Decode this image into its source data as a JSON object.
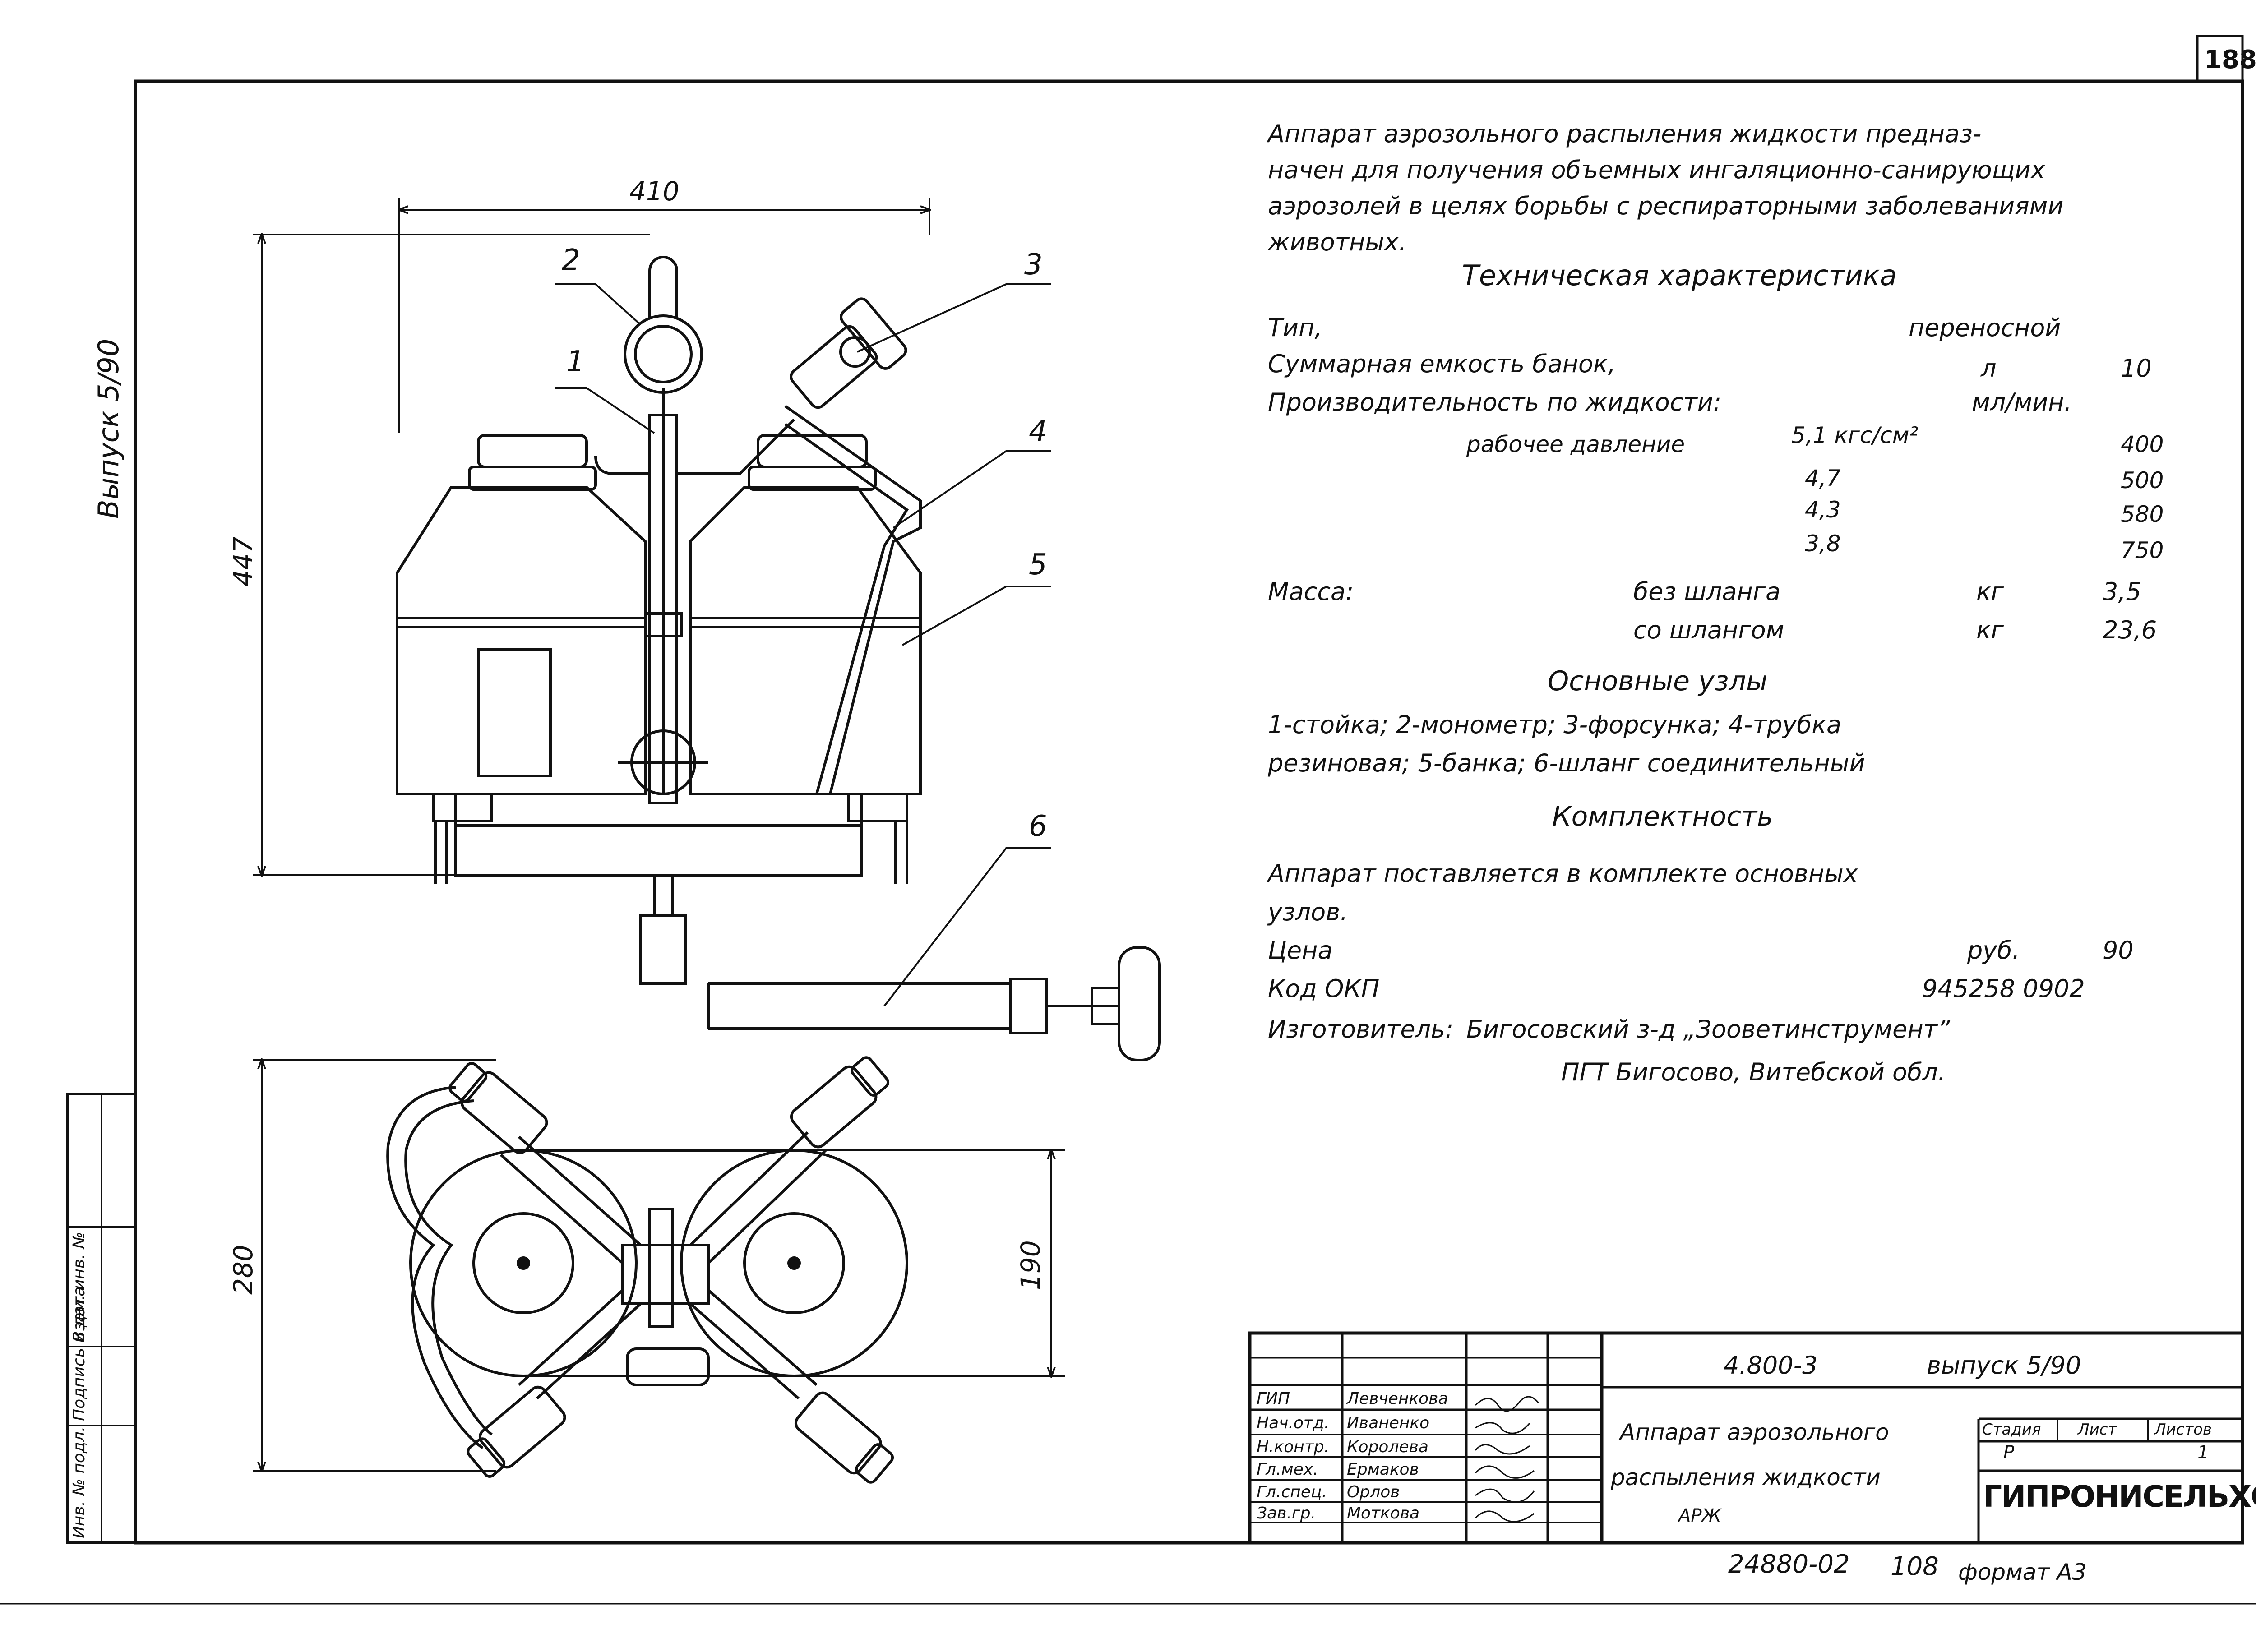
{
  "sheet": {
    "page_number": "188",
    "side_label": "Выпуск 5/90",
    "side_stamps": [
      "Инв. № подл.",
      "Подпись и дата",
      "Взам. инв. №"
    ]
  },
  "dimensions": {
    "width_top": "410",
    "height_side": "447",
    "plan_width": "280",
    "plan_depth": "190"
  },
  "callouts": [
    "1",
    "2",
    "3",
    "4",
    "5",
    "6"
  ],
  "description": {
    "intro": [
      "Аппарат аэрозольного распыления жидкости предназ-",
      "начен для получения объемных ингаляционно-санирующих",
      "аэрозолей в целях борьбы с респираторными заболеваниями",
      "животных."
    ],
    "tech_heading": "Техническая характеристика",
    "type_label": "Тип,",
    "type_value": "переносной",
    "capacity_label": "Суммарная емкость банок,",
    "capacity_unit": "л",
    "capacity_value": "10",
    "productivity_label": "Производительность по жидкости:",
    "productivity_unit": "мл/мин.",
    "pressure_label": "рабочее давление",
    "pressure_rows": [
      {
        "pressure": "5,1 кгс/см²",
        "value": "400"
      },
      {
        "pressure": "4,7",
        "value": "500"
      },
      {
        "pressure": "4,3",
        "value": "580"
      },
      {
        "pressure": "3,8",
        "value": "750"
      }
    ],
    "mass_label": "Масса:",
    "mass_rows": [
      {
        "label": "без шланга",
        "unit": "кг",
        "value": "3,5"
      },
      {
        "label": "со шлангом",
        "unit": "кг",
        "value": "23,6"
      }
    ],
    "units_heading": "Основные узлы",
    "units_lines": [
      "1-стойка; 2-монометр; 3-форсунка; 4-трубка",
      "резиновая; 5-банка; 6-шланг соединительный"
    ],
    "kit_heading": "Комплектность",
    "kit_lines": [
      "Аппарат поставляется в комплекте основных",
      "узлов."
    ],
    "price_label": "Цена",
    "price_unit": "руб.",
    "price_value": "90",
    "okp_label": "Код ОКП",
    "okp_value": "945258 0902",
    "maker_label": "Изготовитель:",
    "maker_name": "Бигосовский з-д „Зооветинструмент”",
    "maker_address": "ПГТ Бигосово, Витебской обл."
  },
  "title_block": {
    "roles": [
      {
        "role": "ГИП",
        "name": "Левченкова"
      },
      {
        "role": "Нач.отд.",
        "name": "Иваненко"
      },
      {
        "role": "Н.контр.",
        "name": "Королева"
      },
      {
        "role": "Гл.мех.",
        "name": "Ермаков"
      },
      {
        "role": "Гл.спец.",
        "name": "Орлов"
      },
      {
        "role": "Зав.гр.",
        "name": "Моткова"
      }
    ],
    "doc_code": "4.800-3",
    "issue": "выпуск 5/90",
    "title_lines": [
      "Аппарат аэрозольного",
      "распыления жидкости",
      "АРЖ"
    ],
    "stage_header": "Стадия",
    "sheet_header": "Лист",
    "sheets_header": "Листов",
    "stage_value": "Р",
    "sheets_value": "1",
    "organization": "ГИПРОНИСЕЛЬХОЗ"
  },
  "footer": {
    "drawing_no": "24880-02",
    "sheet_num": "108",
    "format_label": "формат А3"
  }
}
